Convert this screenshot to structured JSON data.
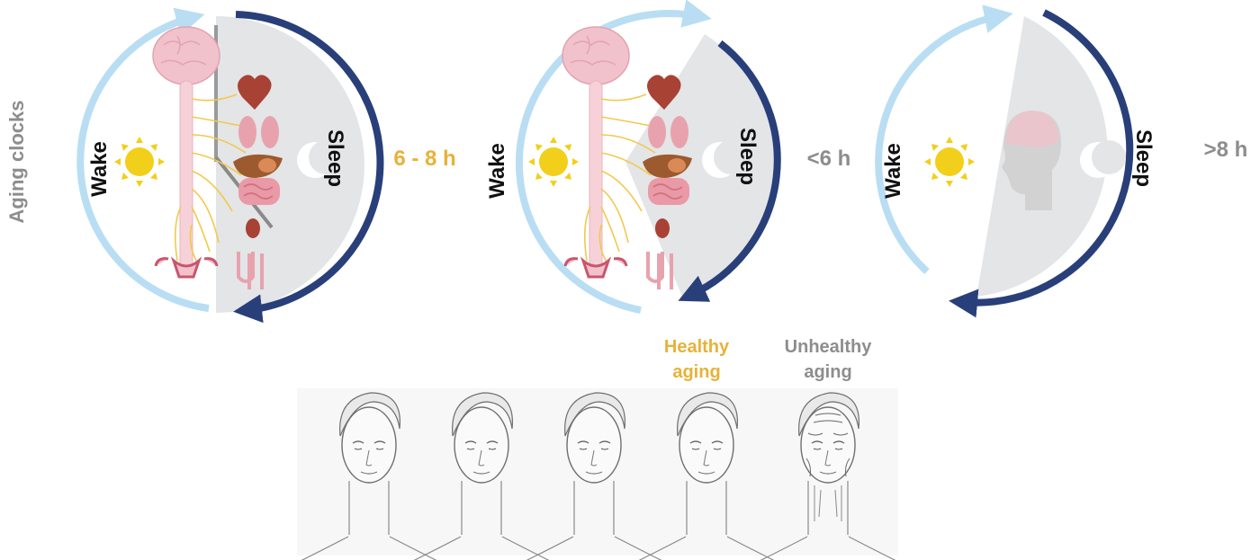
{
  "title": "Aging clocks",
  "colors": {
    "wake_arc": "#b9def3",
    "sleep_arc": "#283f7a",
    "healthy": "#e7b238",
    "neutral": "#8d8d8d",
    "shade": "#e3e5e7",
    "sun": "#f2cf1a"
  },
  "clocks": [
    {
      "wake_label": "Wake",
      "sleep_label": "Sleep",
      "duration": "6 - 8 h"
    },
    {
      "wake_label": "Wake",
      "sleep_label": "Sleep",
      "duration": "<6 h"
    },
    {
      "wake_label": "Wake",
      "sleep_label": "Sleep",
      "duration": ">8 h"
    }
  ],
  "aging_labels": {
    "healthy_line1": "Healthy",
    "healthy_line2": "aging",
    "unhealthy_line1": "Unhealthy",
    "unhealthy_line2": "aging"
  },
  "faces_count": 5
}
